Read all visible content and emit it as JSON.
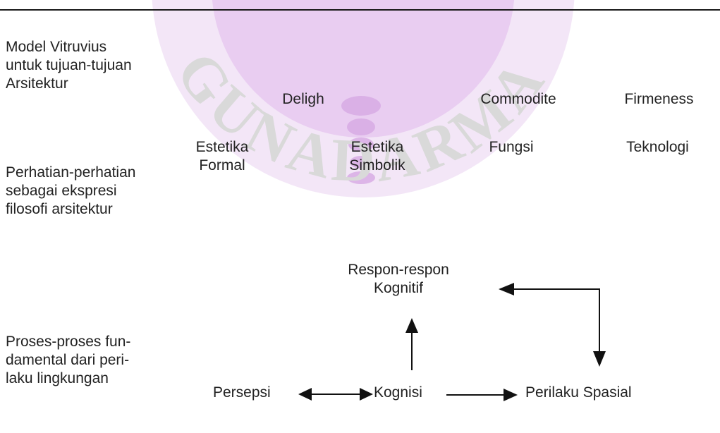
{
  "rows": {
    "vitruvius_label": "Model Vitruvius\nuntuk tujuan-tujuan\nArsitektur",
    "concerns_label": "Perhatian-perhatian\nsebagai ekspresi\nfilosofi arsitektur",
    "processes_label": "Proses-proses fun-\ndamental dari peri-\nlaku lingkungan"
  },
  "vitruvius": {
    "delight": "Deligh",
    "commodity": "Commodite",
    "firmness": "Firmeness"
  },
  "concerns": {
    "formal_aesthetics": "Estetika\nFormal",
    "symbolic_aesthetics": "Estetika\nSimbolik",
    "function": "Fungsi",
    "technology": "Teknologi"
  },
  "processes": {
    "cognitive_responses": "Respon-respon\nKognitif",
    "perception": "Persepsi",
    "cognition": "Kognisi",
    "spatial_behavior": "Perilaku Spasial"
  },
  "watermark": {
    "text": "GUNADARMA",
    "color": "#c99ad6"
  }
}
